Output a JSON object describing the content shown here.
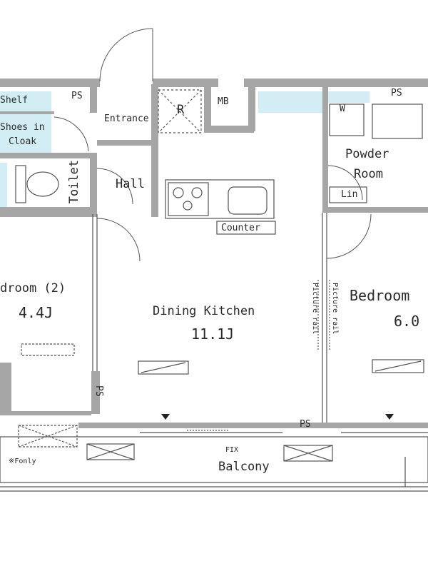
{
  "rooms": {
    "shelf": "Shelf",
    "ps_top_left": "PS",
    "shoes_in": "Shoes in",
    "cloak": "Cloak",
    "entrance": "Entrance",
    "r": "R",
    "mb": "MB",
    "ps_top_right": "PS",
    "w": "W",
    "powder": "Powder",
    "room": "Room",
    "lin": "Lin",
    "toilet": "Toilet",
    "hall": "Hall",
    "counter": "Counter",
    "bedroom2": "droom (2)",
    "bedroom2_size": "4.4J",
    "dining_kitchen": "Dining Kitchen",
    "dining_kitchen_size": "11.1J",
    "bedroom1": "Bedroom",
    "bedroom1_size": "6.0",
    "picture_rail_a": "Picture rail",
    "picture_rail_b": "Picture rail",
    "ps_mid": "PS",
    "ps_bottom": "PS",
    "fix": "FIX",
    "balcony": "Balcony",
    "f_only": "※Fonly"
  }
}
